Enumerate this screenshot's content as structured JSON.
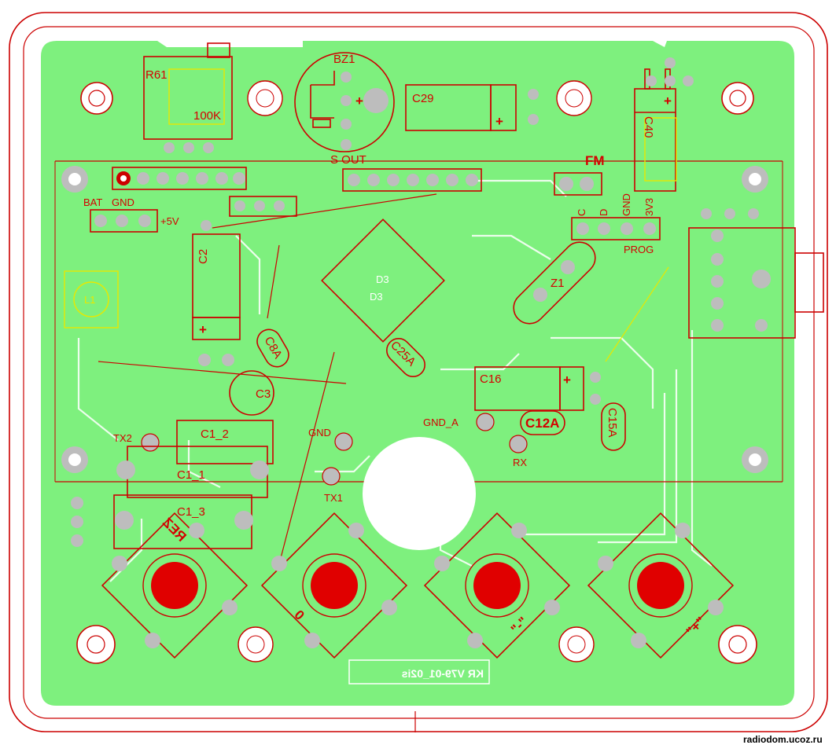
{
  "board": {
    "colors": {
      "copper": "#7ef07e",
      "silk_red": "#cc0000",
      "silk_yellow": "#e8e800",
      "pad": "#bdbdbd",
      "hole": "#ffffff",
      "button_cap": "#e00000"
    },
    "silkscreen_text": "KR V79-01_02is",
    "watermark": "radiodom.ucoz.ru",
    "labels": {
      "r61": "R61",
      "bz1": "BZ1",
      "k100": "100K",
      "s_out": "S OUT",
      "c29": "C29",
      "c40": "C40",
      "fm": "FM",
      "bat": "BAT",
      "gnd_top": "GND",
      "plus5v": "+5V",
      "c2": "C2",
      "d3": "D3",
      "z1": "Z1",
      "c_pin": "C",
      "d_pin": "D",
      "gnd_pin": "GND",
      "v3_pin": "3V3",
      "prog": "PROG",
      "l1": "L1",
      "c8a": "C8A",
      "c25a": "C25A",
      "c16": "C16",
      "c12a": "C12A",
      "c15a": "C15A",
      "c3": "C3",
      "gnd_a": "GND_A",
      "rx": "RX",
      "tx2": "TX2",
      "c1_2": "C1_2",
      "c1_1": "C1_1",
      "c1_3": "C1_3",
      "gnd_mid": "GND",
      "tx1": "TX1",
      "plus_sign": "+"
    },
    "buttons": [
      {
        "name": "rez",
        "marking": "REZ"
      },
      {
        "name": "zero",
        "marking": "0"
      },
      {
        "name": "minus",
        "marking": "\"-\""
      },
      {
        "name": "plus",
        "marking": "\"+\""
      }
    ]
  }
}
